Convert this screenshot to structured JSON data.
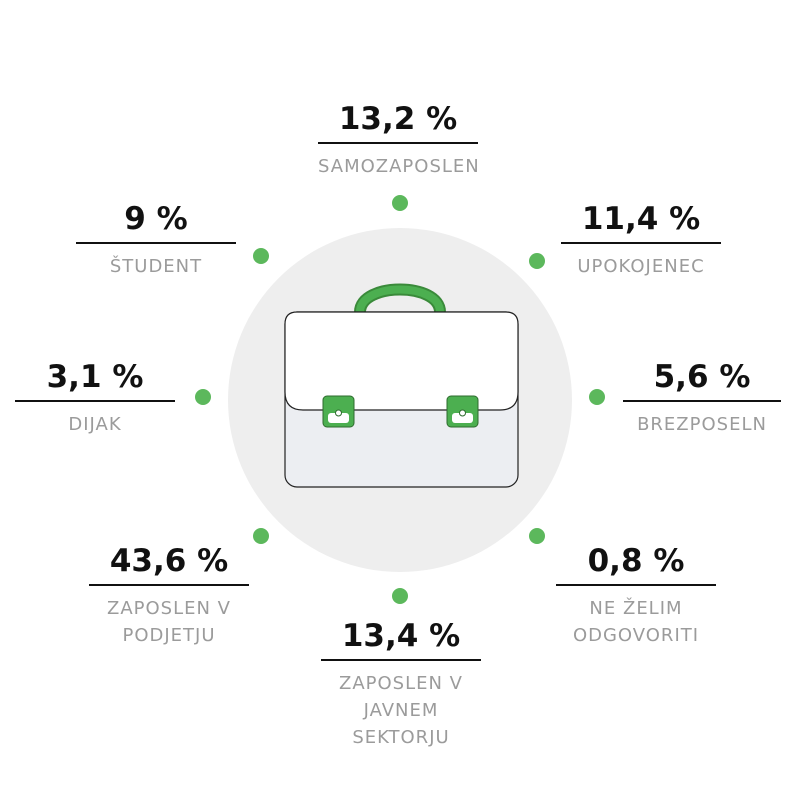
{
  "chart_data": {
    "type": "pie",
    "colors": {
      "dot": "#5cb85c",
      "handle": "#4caf50",
      "circle": "#eeeeee",
      "text": "#111111",
      "label": "#9b9b9b"
    },
    "items": [
      {
        "value": "13,2 %",
        "label": "SAMOZAPOSLEN"
      },
      {
        "value": "11,4 %",
        "label": "UPOKOJENEC"
      },
      {
        "value": "5,6 %",
        "label": "BREZPOSELN"
      },
      {
        "value": "0,8 %",
        "label": "NE ŽELIM\nODGOVORITI"
      },
      {
        "value": "13,4 %",
        "label": "ZAPOSLEN V JAVNEM\nSEKTORJU"
      },
      {
        "value": "43,6 %",
        "label": "ZAPOSLEN V\nPODJETJU"
      },
      {
        "value": "3,1 %",
        "label": "DIJAK"
      },
      {
        "value": "9 %",
        "label": "ŠTUDENT"
      }
    ]
  }
}
